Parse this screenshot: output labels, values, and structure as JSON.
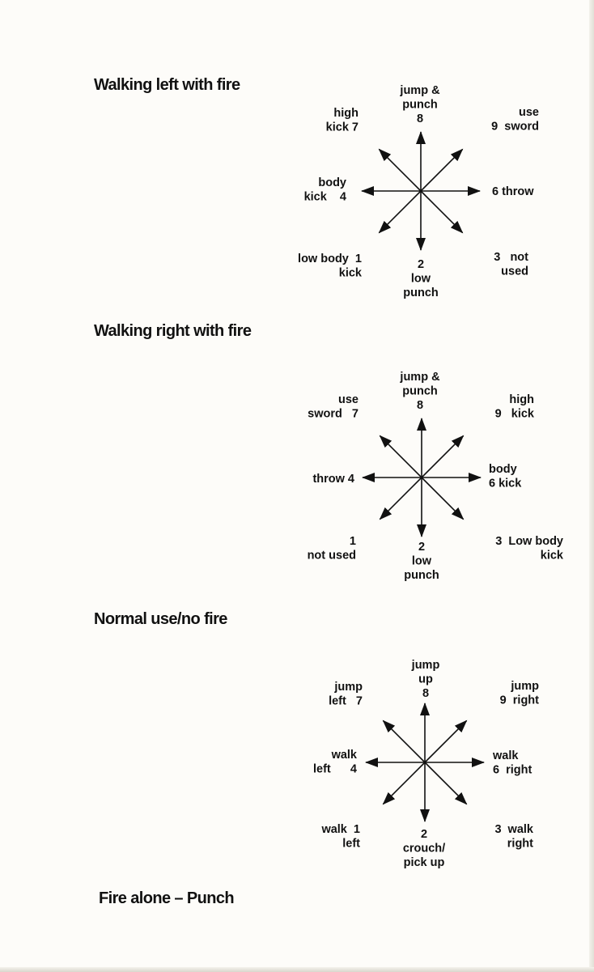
{
  "sections": [
    {
      "title": "Walking left with fire",
      "labels": {
        "up": [
          "jump &",
          "punch",
          "8"
        ],
        "up_right": [
          "use",
          "9  sword"
        ],
        "right": [
          "6 throw"
        ],
        "down_right": [
          "3   not",
          "used"
        ],
        "down": [
          "2",
          "low",
          "punch"
        ],
        "down_left": [
          "low body  1",
          "kick"
        ],
        "left": [
          "body",
          "kick    4"
        ],
        "up_left": [
          "high",
          "kick 7"
        ]
      }
    },
    {
      "title": "Walking right with fire",
      "labels": {
        "up": [
          "jump &",
          "punch",
          "8"
        ],
        "up_right": [
          "high",
          "9   kick"
        ],
        "right": [
          "body",
          "6 kick"
        ],
        "down_right": [
          "3  Low body",
          "kick"
        ],
        "down": [
          "2",
          "low",
          "punch"
        ],
        "down_left": [
          "1",
          "not used"
        ],
        "left": [
          "throw 4"
        ],
        "up_left": [
          "use",
          "sword   7"
        ]
      }
    },
    {
      "title": "Normal use/no fire",
      "labels": {
        "up": [
          "jump",
          "up",
          "8"
        ],
        "up_right": [
          "jump",
          "9  right"
        ],
        "right": [
          "walk",
          "6  right"
        ],
        "down_right": [
          "3  walk",
          "right"
        ],
        "down": [
          "2",
          "crouch/",
          "pick up"
        ],
        "down_left": [
          "walk  1",
          "left"
        ],
        "left": [
          "walk",
          "left      4"
        ],
        "up_left": [
          "jump",
          "left   7"
        ]
      }
    }
  ],
  "footer": {
    "text": "Fire alone – Punch"
  }
}
